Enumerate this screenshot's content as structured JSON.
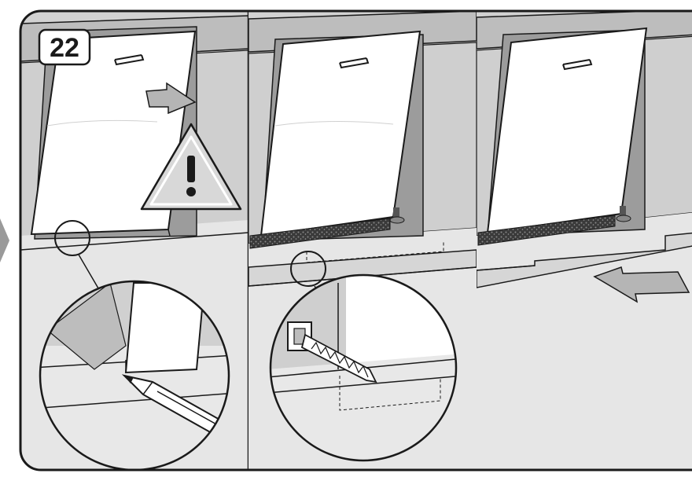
{
  "step": {
    "number": "22"
  },
  "panels": [
    {
      "name": "mark-panel",
      "action": "mark-cut-line-with-pencil",
      "icon": "warning-triangle-icon"
    },
    {
      "name": "cut-panel",
      "action": "cut-plinth-with-saw"
    },
    {
      "name": "fit-panel",
      "action": "push-plinth-into-place"
    }
  ],
  "colors": {
    "line": "#1a1a1a",
    "cabinet": "#c9c9c9",
    "floor": "#e6e6e6",
    "door": "#ffffff",
    "arrow": "#b5b5b5",
    "seal": "#2a2a2a"
  }
}
